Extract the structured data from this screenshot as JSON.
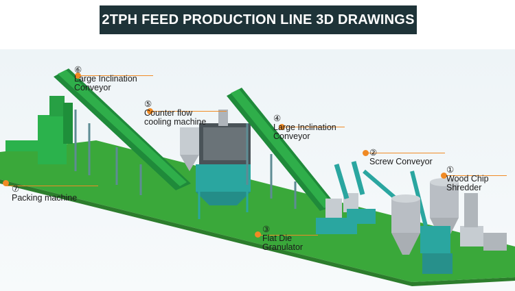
{
  "header": {
    "title": "2TPH FEED PRODUCTION LINE 3D DRAWINGS"
  },
  "callouts": [
    {
      "id": "wood-chip-shredder",
      "number": "①",
      "text": "Wood Chip\nShredder"
    },
    {
      "id": "screw-conveyor",
      "number": "②",
      "text": "Screw Conveyor"
    },
    {
      "id": "flat-die-granulator",
      "number": "③",
      "text": "Flat Die\nGranulator"
    },
    {
      "id": "large-inclination-conveyor-4",
      "number": "④",
      "text": "Large Inclination\nConveyor"
    },
    {
      "id": "counter-flow-cooling-machine",
      "number": "⑤",
      "text": "Counter flow\ncooling machine"
    },
    {
      "id": "large-inclination-conveyor-6",
      "number": "⑥",
      "text": "Large Inclination\nConveyor"
    },
    {
      "id": "packing-machine",
      "number": "⑦",
      "text": "Packing machine"
    }
  ],
  "colors": {
    "title_bg": "#1e3338",
    "floor": "#3aa83a",
    "conveyor": "#1f8a3a",
    "machine_teal": "#2aa6a0",
    "silo": "#b9bec4",
    "accent": "#f08a24"
  }
}
